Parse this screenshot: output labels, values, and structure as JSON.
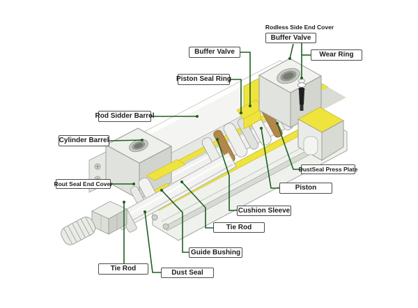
{
  "diagram": {
    "subject": "Pneumatic cylinder cutaway diagram",
    "colors": {
      "leader_line": "#1e5e20",
      "cutaway_yellow": "#efe33d",
      "cutaway_yellow_edge": "#c9bb23",
      "seal_brown": "#b28747",
      "metal_light": "#f3f4f1",
      "metal_mid": "#e0e2dd",
      "metal_dark": "#d2d5ce",
      "valve_black": "#1f1f1f",
      "label_border": "#4a4a4a",
      "label_text": "#1c1c1c",
      "background": "#ffffff"
    },
    "labels": [
      {
        "id": "rodless-side-end-cover",
        "text": "Rodless Side End Cover",
        "boxed": false
      },
      {
        "id": "buffer-valve-top",
        "text": "Buffer Valve",
        "boxed": true
      },
      {
        "id": "wear-ring",
        "text": "Wear Ring",
        "boxed": true
      },
      {
        "id": "buffer-valve-center",
        "text": "Buffer Valve",
        "boxed": true
      },
      {
        "id": "piston-seal-ring",
        "text": "Piston Seal Ring",
        "boxed": true
      },
      {
        "id": "rod-sidder-barrel",
        "text": "Rod Sidder Barrel",
        "boxed": true
      },
      {
        "id": "cylinder-barrel",
        "text": "Cylinder Barrel",
        "boxed": true
      },
      {
        "id": "rout-seal-end-cover",
        "text": "Rout Seal End Cover",
        "boxed": true
      },
      {
        "id": "dustseal-press-plate",
        "text": "DustSeal Press Plate",
        "boxed": true
      },
      {
        "id": "piston",
        "text": "Piston",
        "boxed": true
      },
      {
        "id": "cushion-sleeve",
        "text": "Cushion Sleeve",
        "boxed": true
      },
      {
        "id": "tie-rod-upper",
        "text": "Tie Rod",
        "boxed": true
      },
      {
        "id": "guide-bushing",
        "text": "Guide Bushing",
        "boxed": true
      },
      {
        "id": "tie-rod-lower",
        "text": "Tie Rod",
        "boxed": true
      },
      {
        "id": "dust-seal",
        "text": "Dust Seal",
        "boxed": true
      }
    ]
  }
}
